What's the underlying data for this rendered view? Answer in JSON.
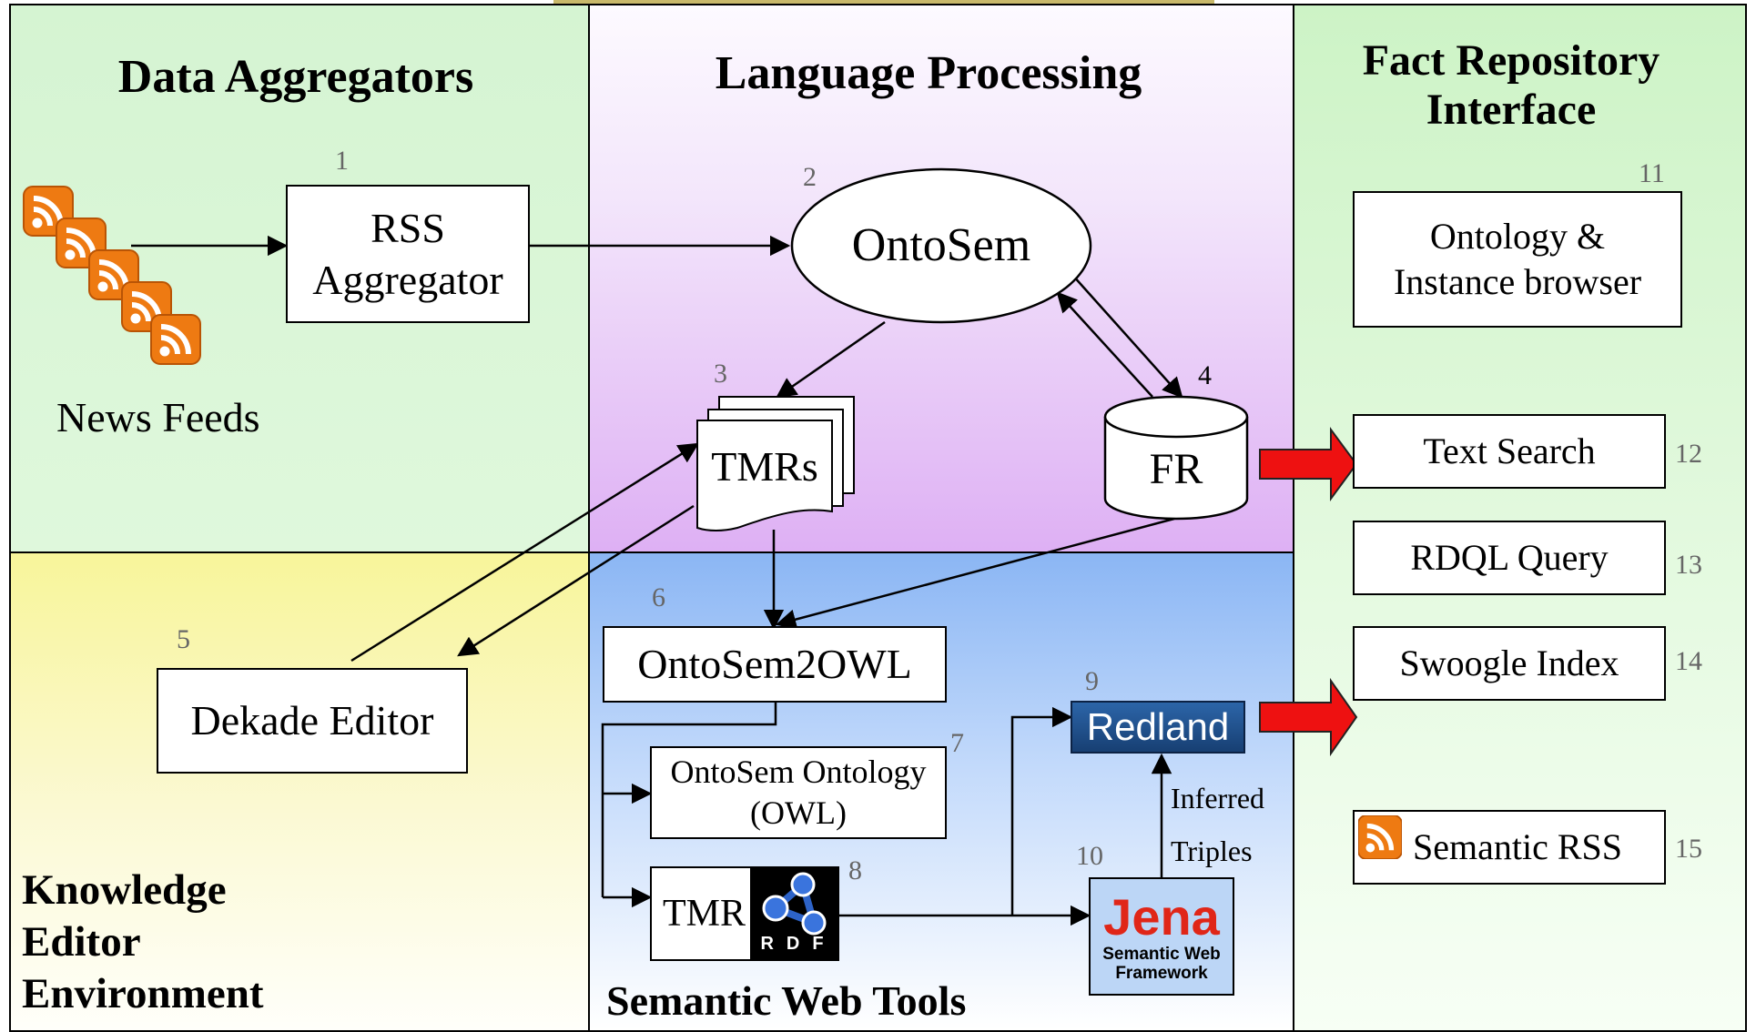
{
  "headings": {
    "data_aggregators": "Data Aggregators",
    "language_processing": "Language Processing",
    "fact_repository_line1": "Fact Repository",
    "fact_repository_line2": "Interface",
    "knowledge_line1": "Knowledge",
    "knowledge_line2": "Editor",
    "knowledge_line3": "Environment",
    "semantic_web_tools": "Semantic Web Tools"
  },
  "news_feeds": {
    "label": "News Feeds",
    "icon": "rss-feed-icon"
  },
  "nodes": {
    "rss_aggregator": {
      "num": "1",
      "line1": "RSS",
      "line2": "Aggregator"
    },
    "ontosem": {
      "num": "2",
      "label": "OntoSem"
    },
    "tmrs": {
      "num": "3",
      "label": "TMRs"
    },
    "fr": {
      "num": "4",
      "label": "FR"
    },
    "dekade": {
      "num": "5",
      "label": "Dekade Editor"
    },
    "ontosem2owl": {
      "num": "6",
      "label": "OntoSem2OWL"
    },
    "ontosem_ontology": {
      "num": "7",
      "line1": "OntoSem Ontology",
      "line2": "(OWL)"
    },
    "tmr_rdf": {
      "num": "8",
      "label": "TMR",
      "logo_text": "RDF"
    },
    "redland": {
      "num": "9",
      "label": "Redland"
    },
    "jena": {
      "num": "10",
      "label": "Jena",
      "sub1": "Semantic Web",
      "sub2": "Framework"
    },
    "ontology_browser": {
      "num": "11",
      "line1": "Ontology &",
      "line2": "Instance browser"
    },
    "text_search": {
      "num": "12",
      "label": "Text Search"
    },
    "rdql_query": {
      "num": "13",
      "label": "RDQL Query"
    },
    "swoogle_index": {
      "num": "14",
      "label": "Swoogle Index"
    },
    "semantic_rss": {
      "num": "15",
      "label": "Semantic RSS"
    }
  },
  "edge_labels": {
    "inferred_line1": "Inferred",
    "inferred_line2": "Triples"
  },
  "colors": {
    "data_aggregators_bg": "#d9f5d6",
    "language_processing_bg_top": "#fbf7ff",
    "language_processing_bg_bottom": "#e0b3f5",
    "fact_repository_bg": "#d5f5cf",
    "knowledge_editor_bg_top": "#fbf7a8",
    "semantic_web_bg_top": "#8fb9f4",
    "rss_orange": "#f07a14",
    "redland_blue": "#1d4f8a",
    "jena_red": "#e02618",
    "arrow_red": "#ee1111"
  }
}
